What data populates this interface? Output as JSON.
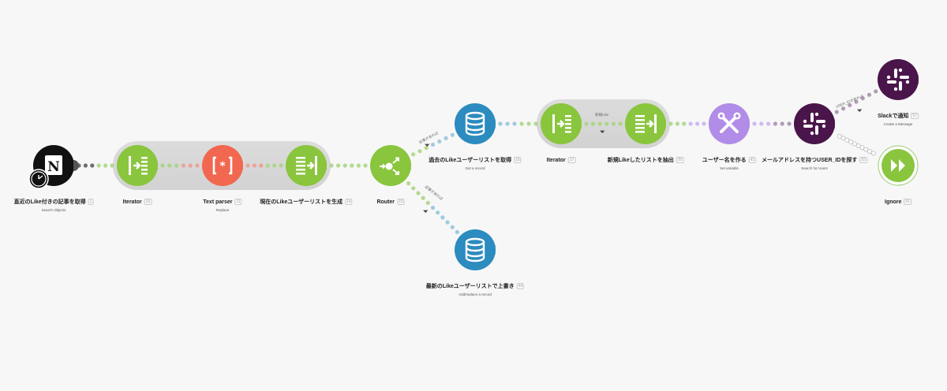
{
  "colors": {
    "notion": "#111111",
    "iterator": "#8ac53e",
    "text_parser": "#f2674f",
    "router": "#8ac53e",
    "datastore": "#2c8bbf",
    "tools": "#b18ce8",
    "slack": "#4a154b",
    "ignore": "#8ac53e",
    "dot_green": "#a6d57e",
    "dot_blue": "#8fc3da",
    "dot_purple": "#a58ba9"
  },
  "modules": {
    "notion": {
      "icon": "notion-logo-icon",
      "title": "直近のLike付きの記事を取得",
      "num": "1",
      "sub": "Search Objects"
    },
    "iterator1": {
      "icon": "iterator-icon",
      "title": "Iterator",
      "num": "10",
      "sub": ""
    },
    "textparser": {
      "icon": "text-parser-icon",
      "title": "Text parser",
      "num": "11",
      "sub": "Replace"
    },
    "aggregator1": {
      "icon": "aggregator-icon",
      "title": "現在のLikeユーザーリストを生成",
      "num": "14",
      "sub": ""
    },
    "router": {
      "icon": "router-icon",
      "title": "Router",
      "num": "15",
      "sub": ""
    },
    "getrecord": {
      "icon": "database-icon",
      "title": "過去のLikeユーザーリストを取得",
      "num": "16",
      "sub": "Get a record"
    },
    "iterator2": {
      "icon": "iterator-icon",
      "title": "Iterator",
      "num": "17",
      "sub": ""
    },
    "aggregator2": {
      "icon": "aggregator-icon",
      "title": "新規Likeしたリストを抽出",
      "num": "20",
      "sub": ""
    },
    "setvar": {
      "icon": "tools-icon",
      "title": "ユーザー名を作る",
      "num": "41",
      "sub": "Set variable"
    },
    "searchuser": {
      "icon": "slack-logo-icon",
      "title": "メールアドレスを持つUSER_IDを探す",
      "num": "55",
      "sub": "Search for Users"
    },
    "slack": {
      "icon": "slack-logo-icon",
      "title": "Slackで通知",
      "num": "57",
      "sub": "Create a Message"
    },
    "ignore": {
      "icon": "ignore-icon",
      "title": "Ignore",
      "num": "61",
      "sub": ""
    },
    "addrecord": {
      "icon": "database-icon",
      "title": "最新のLikeユーザーリストで上書き",
      "num": "44",
      "sub": "Add/replace a record"
    }
  },
  "filters": {
    "route1": "記事があれば",
    "route2": "記事があれば",
    "new_like": "新規Like",
    "user_id": "USER_IDがあれば"
  }
}
